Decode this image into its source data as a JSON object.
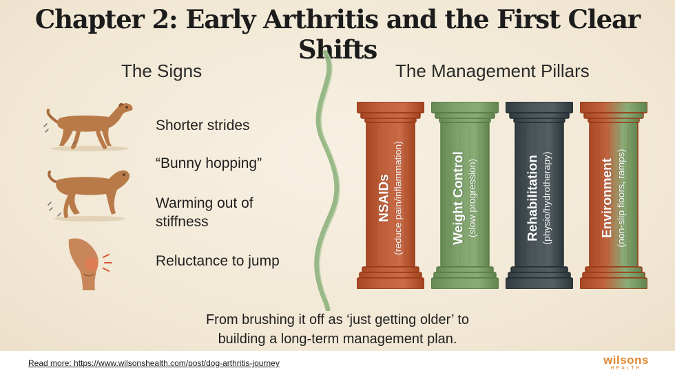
{
  "title": "Chapter 2: Early Arthritis and the First Clear Shifts",
  "signs": {
    "heading": "The Signs",
    "items": [
      {
        "text": "Shorter strides",
        "icon": "walking-dog-icon"
      },
      {
        "text": "“Bunny hopping”",
        "icon": "hopping-dog-icon"
      },
      {
        "text": "Warming out of stiffness",
        "icon": "sore-joint-icon"
      },
      {
        "text": "Reluctance to jump",
        "icon": "sore-joint-icon"
      }
    ]
  },
  "pillars": {
    "heading": "The Management Pillars",
    "items": [
      {
        "title": "NSAIDs",
        "subtitle": "(reduce pain/inflammation)",
        "color": "#c0613d"
      },
      {
        "title": "Weight Control",
        "subtitle": "(slow progression)",
        "color": "#7fa26d"
      },
      {
        "title": "Rehabilitation",
        "subtitle": "(physio/hydrotherapy)",
        "color": "#4b5559"
      },
      {
        "title": "Environment",
        "subtitle": "(non-slip floors, ramps)",
        "color": "#c0613d",
        "accent": "#7fa26d"
      }
    ]
  },
  "caption": {
    "line1": "From brushing it off as ‘just getting older’ to",
    "line2": "building a long-term management plan."
  },
  "footer": {
    "read_more": "Read more: https://www.wilsonshealth.com/post/dog-arthritis-journey",
    "brand": "wilsons",
    "brand_sub": "HEALTH"
  }
}
